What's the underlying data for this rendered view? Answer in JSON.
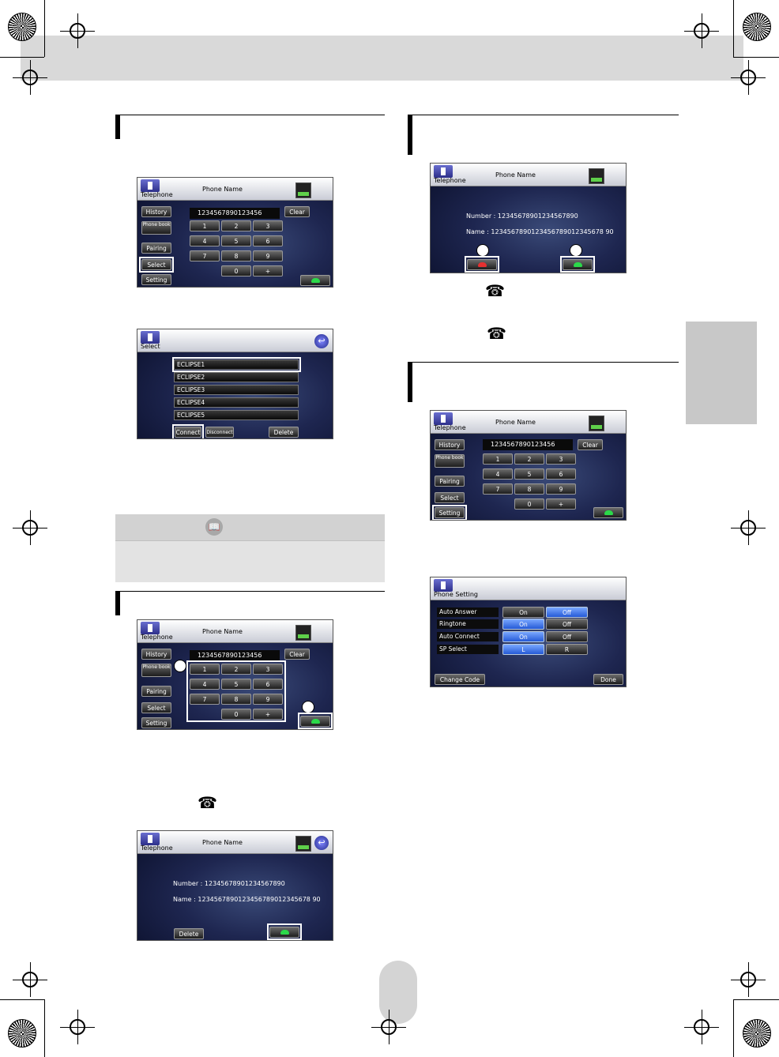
{
  "common": {
    "app_telephone": "Telephone",
    "phone_name": "Phone Name",
    "dial_number": "1234567890123456",
    "number_line": "Number : 12345678901234567890",
    "name_line": "Name     : 1234567890123456789012345678 90",
    "btn": {
      "history": "History",
      "phonebook": "Phone book",
      "pairing": "Pairing",
      "select": "Select",
      "setting": "Setting",
      "clear": "Clear",
      "delete": "Delete"
    },
    "keys": [
      "1",
      "2",
      "3",
      "4",
      "5",
      "6",
      "7",
      "8",
      "9",
      "0",
      "+"
    ]
  },
  "select_screen": {
    "title": "Select",
    "devices": [
      "ECLIPSE1",
      "ECLIPSE2",
      "ECLIPSE3",
      "ECLIPSE4",
      "ECLIPSE5"
    ],
    "connect": "Connect",
    "disconnect": "Disconnect",
    "delete": "Delete"
  },
  "phone_setting": {
    "title": "Phone Setting",
    "rows": [
      {
        "label": "Auto Answer",
        "a": "On",
        "b": "Off",
        "selected": "b"
      },
      {
        "label": "Ringtone",
        "a": "On",
        "b": "Off",
        "selected": "a"
      },
      {
        "label": "Auto Connect",
        "a": "On",
        "b": "Off",
        "selected": "a"
      },
      {
        "label": "SP Select",
        "a": "L",
        "b": "R",
        "selected": "a"
      }
    ],
    "change_code": "Change Code",
    "done": "Done"
  },
  "glyphs": {
    "phone": "☎",
    "back": "↩",
    "book": "📖"
  }
}
